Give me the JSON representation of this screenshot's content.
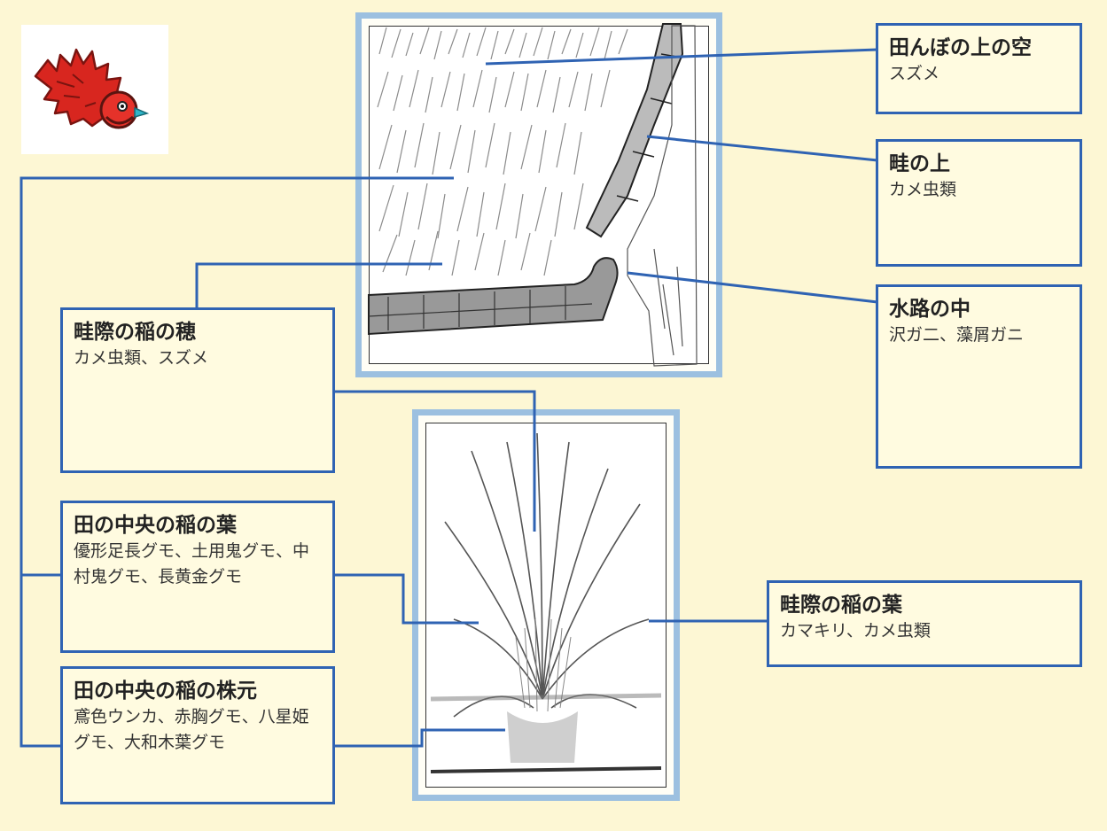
{
  "callouts": {
    "sky": {
      "title": "田んぼの上の空",
      "body": "スズメ"
    },
    "ridge": {
      "title": "畦の上",
      "body": "カメ虫類"
    },
    "waterway": {
      "title": "水路の中",
      "body": "沢ガ二、藻屑ガニ"
    },
    "ridge_ear": {
      "title": "畦際の稲の穂",
      "body": "カメ虫類、スズメ"
    },
    "center_leaf": {
      "title": "田の中央の稲の葉",
      "body": "優形足長グモ、土用鬼グモ、中村鬼グモ、長黄金グモ"
    },
    "center_base": {
      "title": "田の中央の稲の株元",
      "body": "鳶色ウンカ、赤胸グモ、八星姫グモ、大和木葉グモ"
    },
    "ridge_leaf": {
      "title": "畦際の稲の葉",
      "body": "カマキリ、カメ虫類"
    }
  },
  "colors": {
    "background": "#fdf7d4",
    "box_border": "#2f63b3",
    "leader_line": "#2f63b3",
    "frame_border": "#9cc0e0",
    "bird_red": "#d8261f"
  },
  "icons": {
    "corner": "sparrow-icon"
  }
}
